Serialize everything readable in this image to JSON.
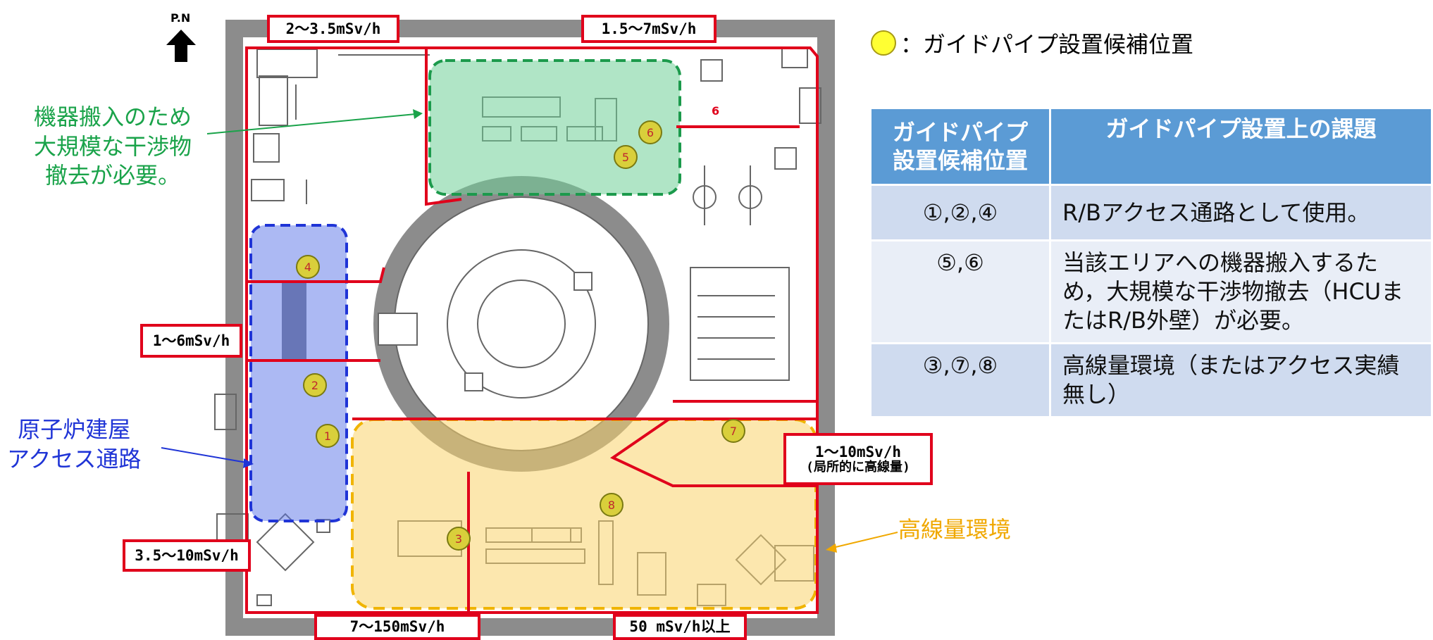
{
  "orientation_label": "P.N",
  "dose_labels": {
    "top_left": "2～3.5mSv/h",
    "top_right": "1.5～7mSv/h",
    "left_mid": "1～6mSv/h",
    "left_bottom": "3.5～10mSv/h",
    "bottom_left": "7～150mSv/h",
    "bottom_right": "50 mSv/h以上",
    "right_mid_line1": "1～10mSv/h",
    "right_mid_line2": "(局所的に高線量)"
  },
  "annotations": {
    "green_line1": "機器搬入のため",
    "green_line2": "大規模な干渉物",
    "green_line3": "撤去が必要。",
    "blue_line1": "原子炉建屋",
    "blue_line2": "アクセス通路",
    "orange": "高線量環境",
    "small_red_six": "6"
  },
  "candidate_markers": [
    "1",
    "2",
    "3",
    "4",
    "5",
    "6",
    "7",
    "8"
  ],
  "legend": {
    "text": "：ガイドパイプ設置候補位置"
  },
  "issues_table": {
    "header_col1_line1": "ガイドパイプ",
    "header_col1_line2": "設置候補位置",
    "header_col2": "ガイドパイプ設置上の課題",
    "rows": [
      {
        "positions": "①,②,④",
        "issue": "R/Bアクセス通路として使用。"
      },
      {
        "positions": "⑤,⑥",
        "issue": "当該エリアへの機器搬入するため，大規模な干渉物撤去（HCUまたはR/B外壁）が必要。"
      },
      {
        "positions": "③,⑦,⑧",
        "issue": "高線量環境（またはアクセス実績無し）"
      }
    ]
  },
  "colors": {
    "red": "#e0001b",
    "green_zone": "#6fcf97",
    "blue_zone": "#5a73e8",
    "orange_zone": "#f9d36b",
    "marker_yellow": "#d9cf3b",
    "table_header": "#5b9bd5"
  }
}
